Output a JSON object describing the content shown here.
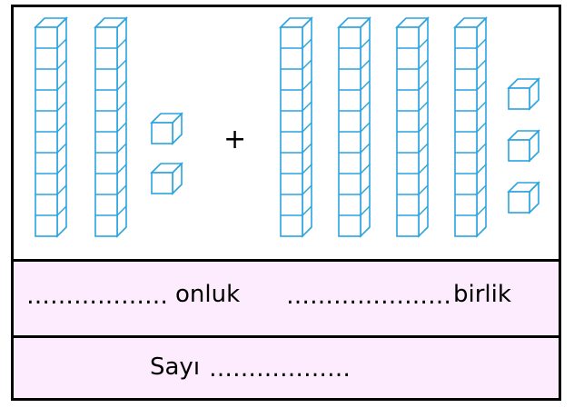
{
  "blocks": {
    "left_group": {
      "tens": 2,
      "ones": 2
    },
    "operator": "+",
    "right_group": {
      "tens": 4,
      "ones": 3
    },
    "block_color": "#29a3e0",
    "block_face": "#ffffff"
  },
  "answer_row": {
    "tens_blank": "………………",
    "tens_label": "onluk",
    "ones_blank": "…………………",
    "ones_label": "birlik"
  },
  "number_row": {
    "label": "Sayı",
    "blank": "………………"
  },
  "colors": {
    "row_background": "#fcecfd",
    "border": "#000000"
  }
}
